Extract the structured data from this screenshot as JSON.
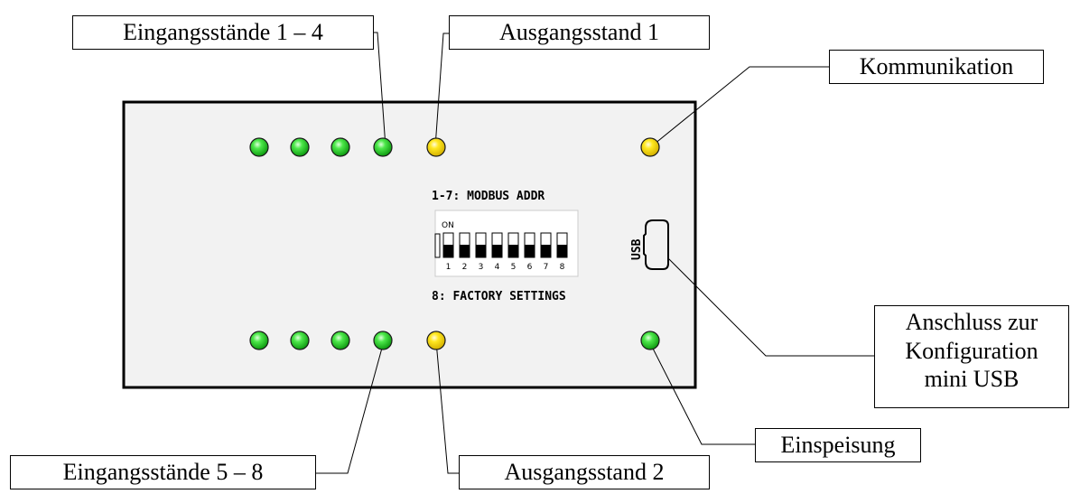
{
  "callouts": {
    "inputs_1_4": "Eingangsstände 1 – 4",
    "output_1": "Ausgangsstand 1",
    "communication": "Kommunikation",
    "usb_config": [
      "Anschluss zur",
      "Konfiguration",
      "mini USB"
    ],
    "power": "Einspeisung",
    "inputs_5_8": "Eingangsstände 5 – 8",
    "output_2": "Ausgangsstand 2"
  },
  "board": {
    "dip_label_top": "1-7: MODBUS ADDR",
    "dip_label_bottom": "8: FACTORY SETTINGS",
    "dip_on_label": "ON",
    "dip_numbers": [
      "1",
      "2",
      "3",
      "4",
      "5",
      "6",
      "7",
      "8"
    ],
    "usb_label": "USB"
  },
  "colors": {
    "led_input": "#22cc22",
    "led_output": "#ffdd00",
    "led_communication": "#ffdd00",
    "led_power": "#22cc22",
    "board_fill": "#f2f2f2"
  }
}
